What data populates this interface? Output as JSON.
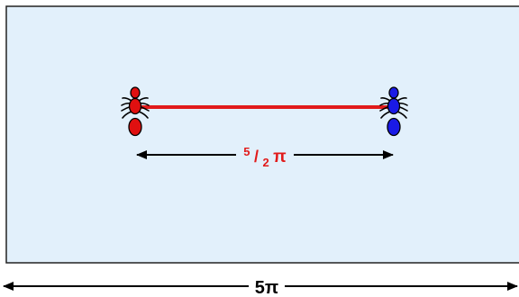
{
  "diagram": {
    "inner_distance": {
      "numerator": "5",
      "slash": "/",
      "denominator": "2",
      "symbol": "π"
    },
    "total_width_label": "5π"
  },
  "colors": {
    "panel_fill": "#e2f0fb",
    "panel_stroke": "#222222",
    "connector": "#e11a1a",
    "ant_left": "#e01010",
    "ant_right": "#1a1ae6",
    "fraction_text": "#e11a1a",
    "arrow": "#000000"
  },
  "icons": {
    "left_ant": "ant-icon",
    "right_ant": "ant-icon"
  }
}
